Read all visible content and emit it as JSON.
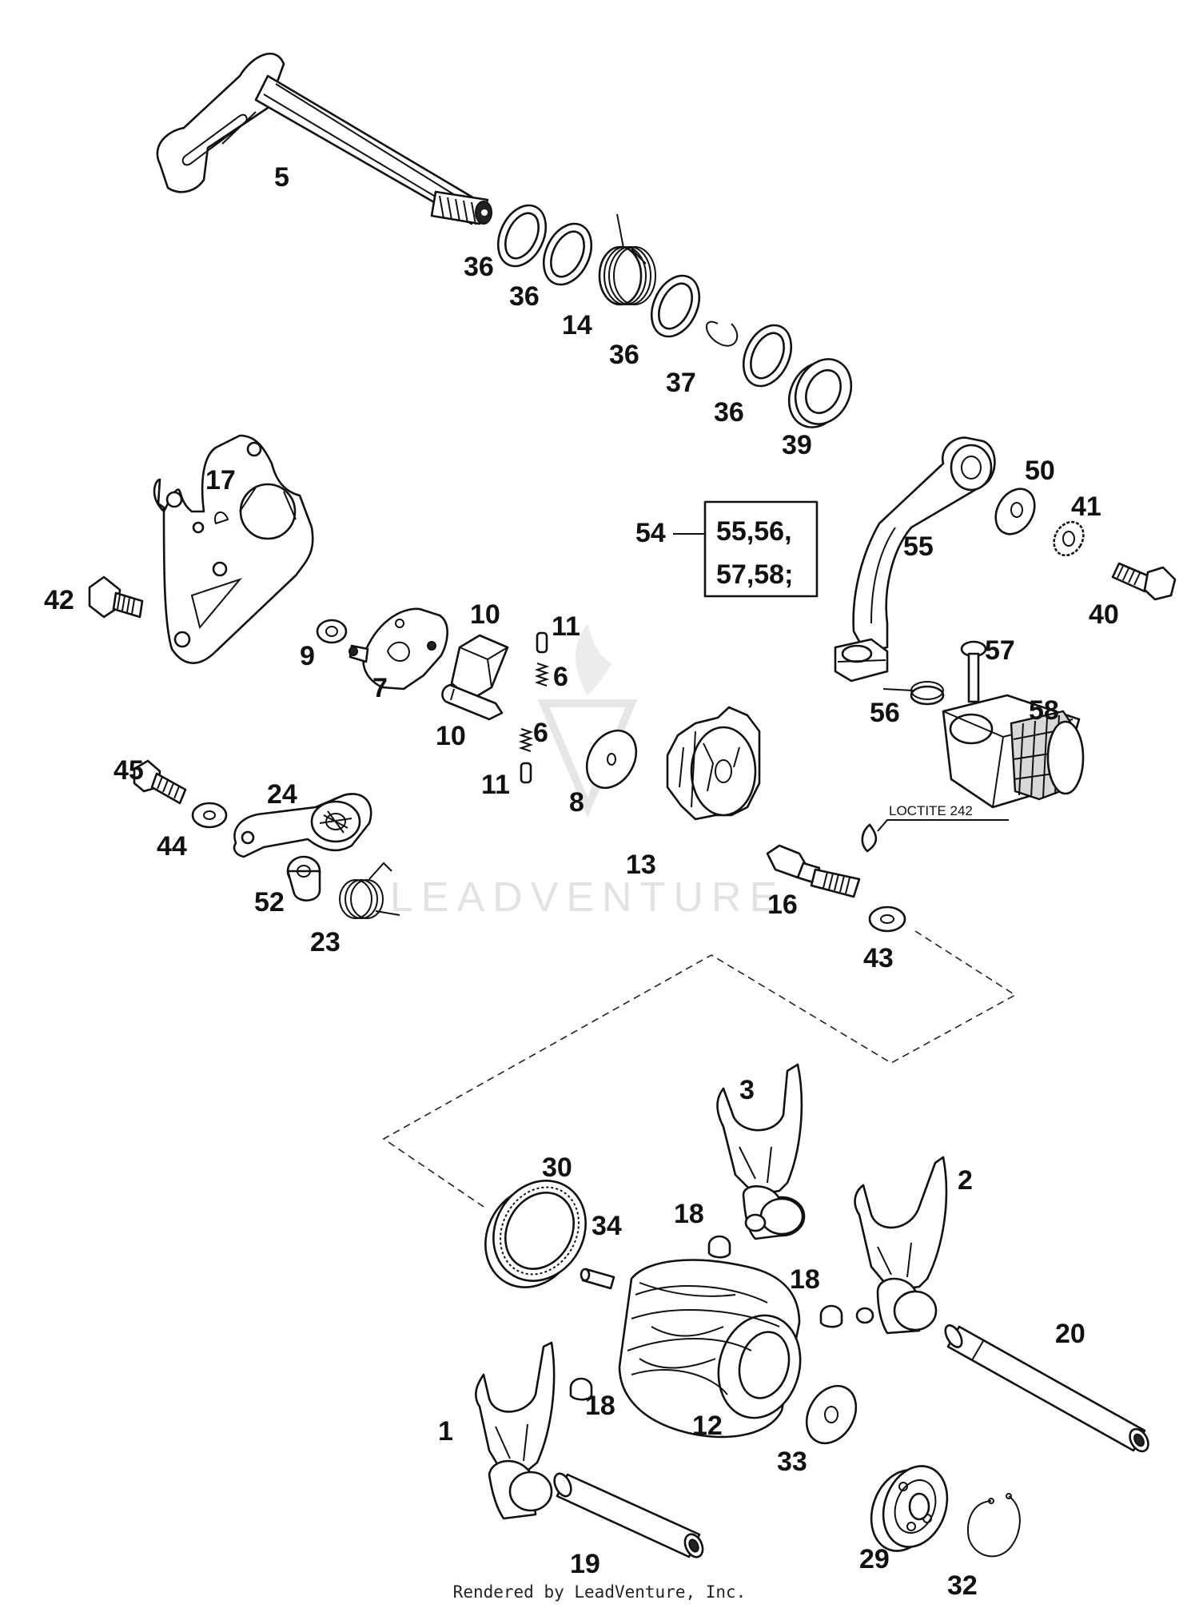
{
  "watermark": "LEADVENTURE",
  "footer": "Rendered by LeadVenture, Inc.",
  "callout": {
    "loctite": "LOCTITE 242",
    "kit_number": "54",
    "kit_line1": "55,56,",
    "kit_line2": "57,58;"
  },
  "labels": {
    "p5": "5",
    "p36a": "36",
    "p36b": "36",
    "p14": "14",
    "p36c": "36",
    "p37": "37",
    "p36d": "36",
    "p39": "39",
    "p17": "17",
    "p42": "42",
    "p9": "9",
    "p7": "7",
    "p10a": "10",
    "p10b": "10",
    "p11a": "11",
    "p6a": "6",
    "p6b": "6",
    "p11b": "11",
    "p8": "8",
    "p13": "13",
    "p16": "16",
    "p43": "43",
    "p45": "45",
    "p44": "44",
    "p24": "24",
    "p52": "52",
    "p23": "23",
    "p50": "50",
    "p41": "41",
    "p55": "55",
    "p40": "40",
    "p57": "57",
    "p56": "56",
    "p58": "58",
    "p3": "3",
    "p2": "2",
    "p30": "30",
    "p34": "34",
    "p18a": "18",
    "p18b": "18",
    "p18c": "18",
    "p20": "20",
    "p1": "1",
    "p12": "12",
    "p33": "33",
    "p29": "29",
    "p19": "19",
    "p32": "32"
  }
}
